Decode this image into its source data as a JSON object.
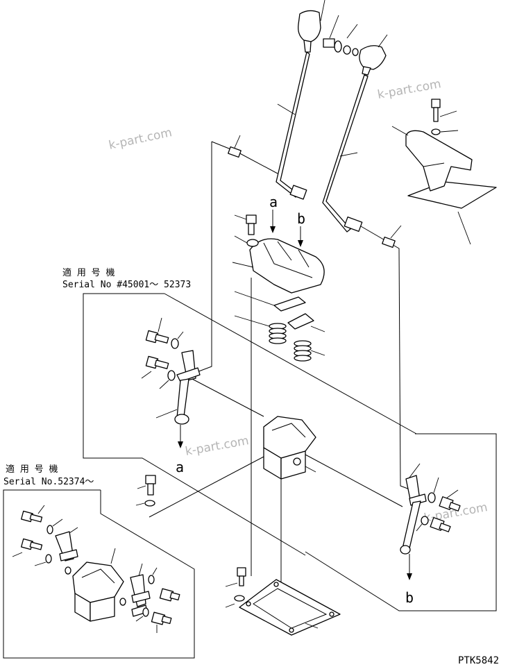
{
  "serial_block_1": {
    "line1": "適 用 号 機",
    "line2": "Serial No #45001～ 52373"
  },
  "serial_block_2": {
    "line1": "適 用 号 機",
    "line2": "Serial No.52374～"
  },
  "callouts": {
    "a_top": "a",
    "b_top": "b",
    "a_bottom": "a",
    "b_bottom": "b"
  },
  "watermark": "k-part.com",
  "drawing_code": "PTK5842"
}
